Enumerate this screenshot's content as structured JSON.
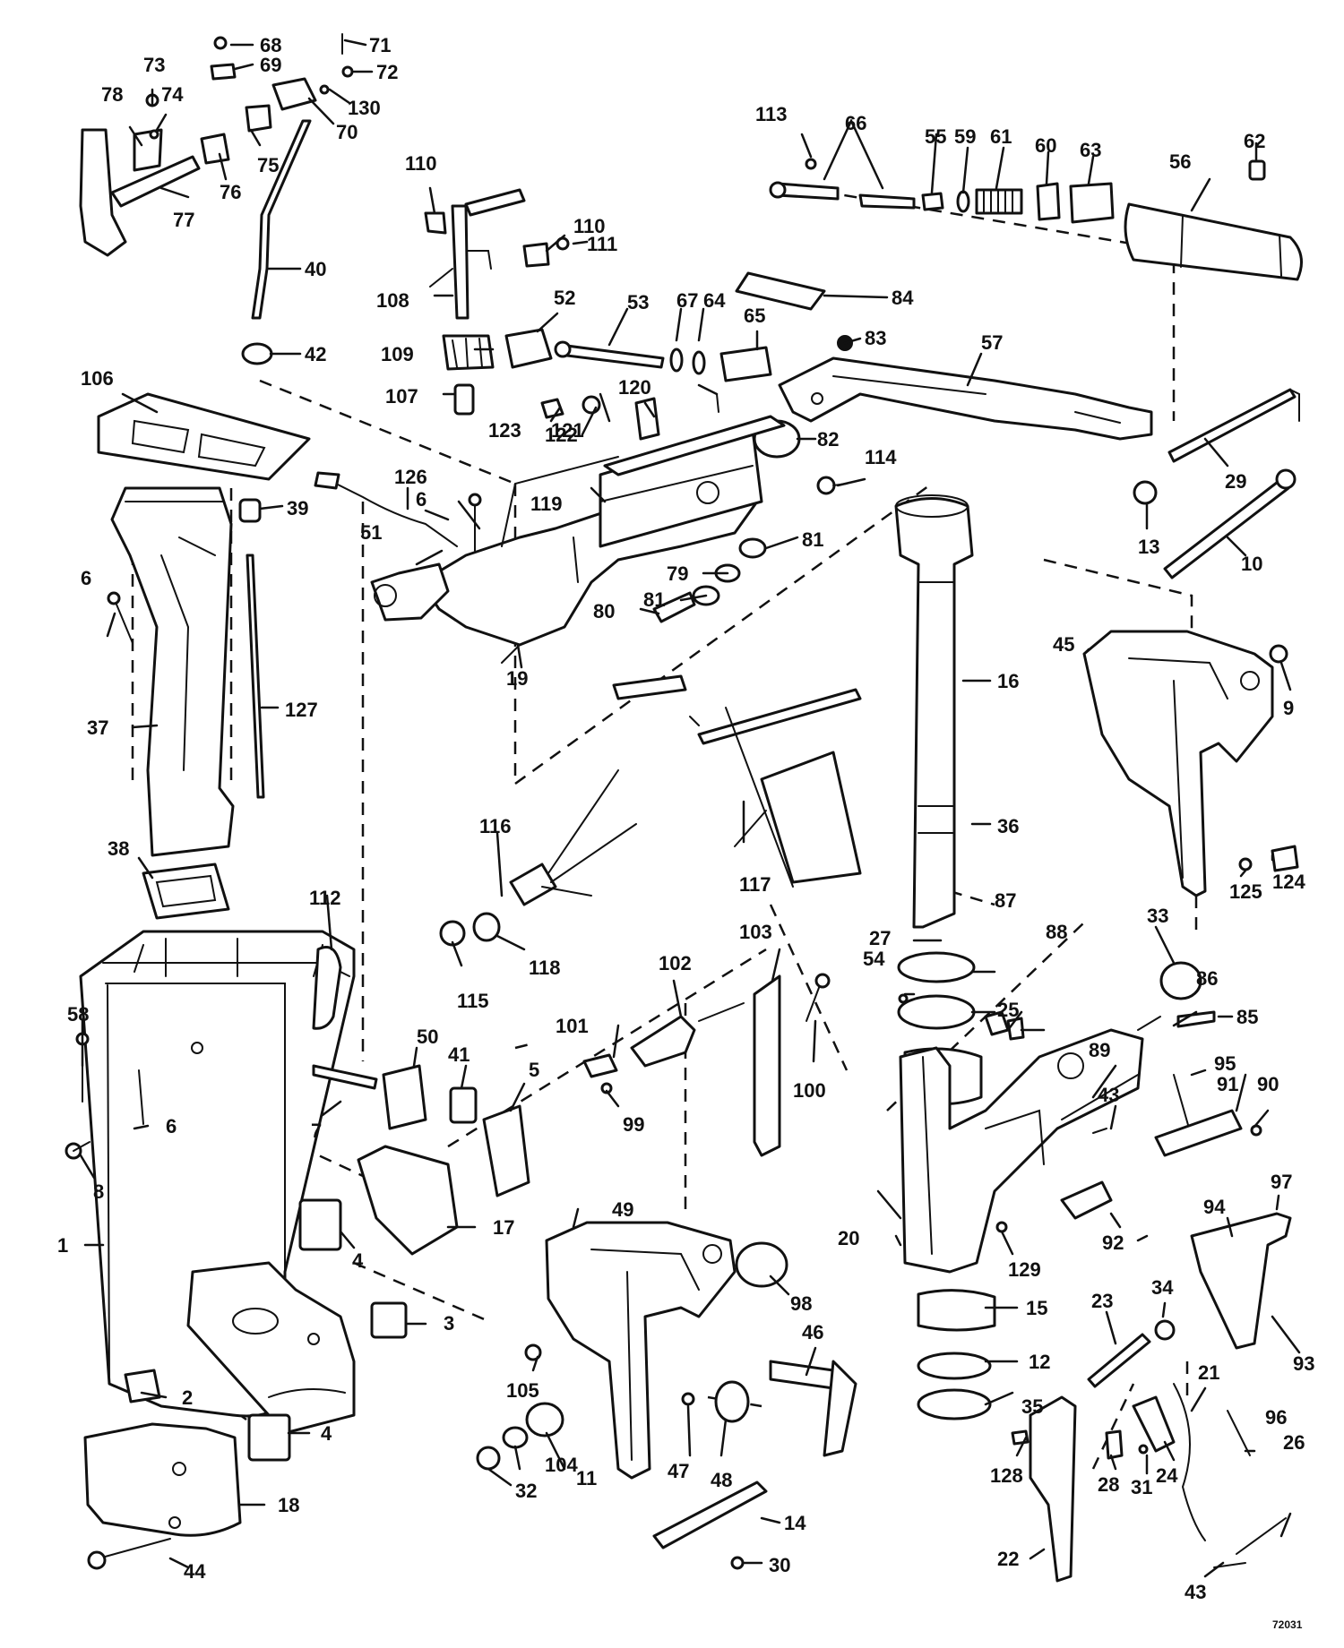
{
  "drawing_number": "72031",
  "labels": [
    "1",
    "2",
    "3",
    "4",
    "4",
    "5",
    "6",
    "6",
    "6",
    "7",
    "8",
    "9",
    "10",
    "11",
    "12",
    "13",
    "14",
    "15",
    "16",
    "17",
    "18",
    "19",
    "20",
    "21",
    "22",
    "23",
    "24",
    "25",
    "26",
    "27",
    "28",
    "29",
    "30",
    "31",
    "32",
    "33",
    "34",
    "35",
    "36",
    "37",
    "38",
    "39",
    "40",
    "41",
    "42",
    "43",
    "43",
    "44",
    "45",
    "46",
    "47",
    "48",
    "49",
    "50",
    "51",
    "52",
    "53",
    "54",
    "55",
    "56",
    "57",
    "58",
    "59",
    "60",
    "61",
    "62",
    "63",
    "64",
    "65",
    "66",
    "67",
    "68",
    "69",
    "70",
    "71",
    "72",
    "73",
    "74",
    "75",
    "76",
    "77",
    "78",
    "79",
    "80",
    "81",
    "81",
    "82",
    "83",
    "84",
    "85",
    "86",
    "87",
    "88",
    "89",
    "90",
    "91",
    "92",
    "93",
    "94",
    "95",
    "96",
    "97",
    "98",
    "99",
    "100",
    "101",
    "102",
    "103",
    "104",
    "105",
    "106",
    "107",
    "108",
    "109",
    "110",
    "110",
    "111",
    "112",
    "113",
    "114",
    "115",
    "116",
    "117",
    "118",
    "119",
    "120",
    "121",
    "122",
    "123",
    "124",
    "125",
    "126",
    "127",
    "128",
    "129",
    "130"
  ]
}
